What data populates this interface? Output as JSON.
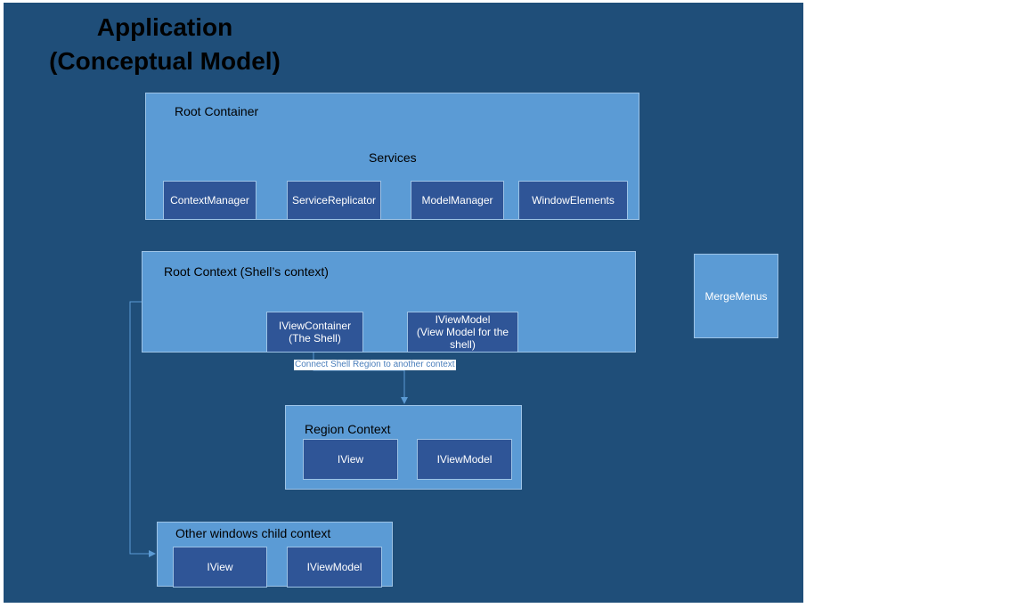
{
  "title": {
    "line1": "Application",
    "line2": "(Conceptual Model)"
  },
  "root_container": {
    "label": "Root Container",
    "services_label": "Services",
    "services": [
      "ContextManager",
      "ServiceReplicator",
      "ModelManager",
      "WindowElements"
    ]
  },
  "root_context": {
    "label": "Root Context (Shell’s context)",
    "view_container": {
      "line1": "IViewContainer",
      "line2": "(The Shell)"
    },
    "view_model": {
      "line1": "IViewModel",
      "line2": "(View Model for the",
      "line3": "shell)"
    }
  },
  "merge_menus": "MergeMenus",
  "connector_label": "Connect Shell  Region to another context",
  "region_context": {
    "label": "Region Context",
    "view": "IView",
    "view_model": "IViewModel"
  },
  "other_context": {
    "label": "Other windows child context",
    "view": "IView",
    "view_model": "IViewModel"
  },
  "colors": {
    "background": "#1f4e79",
    "panel": "#5b9bd5",
    "box": "#2f5597",
    "line": "#5b9bd5"
  }
}
